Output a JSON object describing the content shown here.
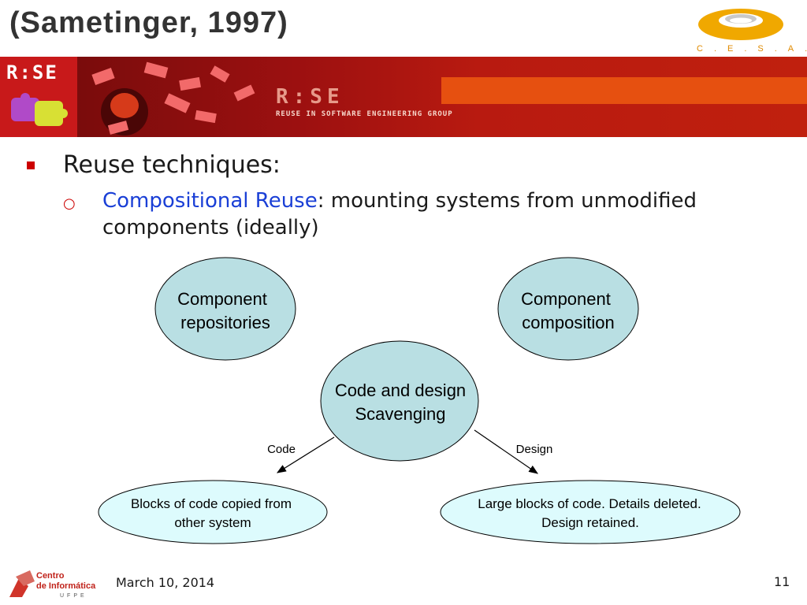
{
  "slide": {
    "title": "(Sametinger, 1997)",
    "bullet_main": "Reuse techniques:",
    "sub_highlight": "Compositional Reuse",
    "sub_rest": ": mounting systems from unmodified components (ideally)"
  },
  "logos": {
    "cesar_text": "C.E.S.A.R",
    "rise_box_text": "R:SE",
    "banner_rise_text": "R:SE",
    "banner_tagline": "REUSE IN SOFTWARE ENGINEERING GROUP",
    "ci_line1": "Centro",
    "ci_line2": "de Informática",
    "ci_line3": "UFPE"
  },
  "diagram": {
    "node_repositories": [
      "Component",
      "repositories"
    ],
    "node_composition": [
      "Component",
      "composition"
    ],
    "node_scavenging": [
      "Code and design",
      "Scavenging"
    ],
    "edge_code": "Code",
    "edge_design": "Design",
    "leaf_left": [
      "Blocks of code copied from",
      "other system"
    ],
    "leaf_right": [
      "Large blocks of code. Details deleted.",
      "Design retained."
    ]
  },
  "footer": {
    "date": "March 10, 2014",
    "page": "11"
  },
  "colors": {
    "bullet_red": "#cc0000",
    "highlight_blue": "#1a3fd6",
    "circle_fill": "#b9dfe3",
    "leaf_fill": "#ddfbfd",
    "banner_red": "#b81a10",
    "cesar_orange": "#f0a800"
  }
}
